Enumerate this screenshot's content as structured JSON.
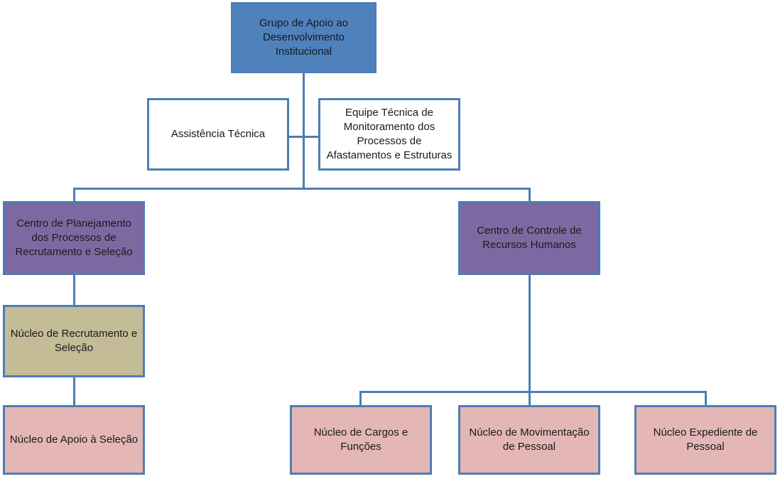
{
  "colors": {
    "node_blue": "#4F81BD",
    "node_purple": "#7D69A2",
    "node_tan": "#C4BC96",
    "node_pink": "#E4B7B6",
    "node_white": "#FFFFFF",
    "line_blue": "#4D7DB6",
    "text": "#1A1A1A"
  },
  "diagram": {
    "type": "org-chart",
    "nodes": {
      "root": {
        "label": "Grupo de Apoio ao Desenvolvimento Institucional"
      },
      "assistencia": {
        "label": "Assistência Técnica"
      },
      "equipe": {
        "label": "Equipe Técnica de Monitoramento dos Processos de Afastamentos e Estruturas"
      },
      "planejamento": {
        "label": "Centro de Planejamento dos Processos de Recrutamento e Seleção"
      },
      "controle": {
        "label": "Centro de Controle de Recursos Humanos"
      },
      "recrutamento": {
        "label": "Núcleo de Recrutamento e Seleção"
      },
      "apoio": {
        "label": "Núcleo de Apoio à Seleção"
      },
      "cargos": {
        "label": "Núcleo de Cargos e Funções"
      },
      "movimentacao": {
        "label": "Núcleo de Movimentação de Pessoal"
      },
      "expediente": {
        "label": "Núcleo Expediente de Pessoal"
      }
    },
    "edges": [
      {
        "from": "root",
        "to": "assistencia"
      },
      {
        "from": "root",
        "to": "equipe"
      },
      {
        "from": "root",
        "to": "planejamento"
      },
      {
        "from": "root",
        "to": "controle"
      },
      {
        "from": "planejamento",
        "to": "recrutamento"
      },
      {
        "from": "recrutamento",
        "to": "apoio"
      },
      {
        "from": "controle",
        "to": "cargos"
      },
      {
        "from": "controle",
        "to": "movimentacao"
      },
      {
        "from": "controle",
        "to": "expediente"
      }
    ]
  }
}
